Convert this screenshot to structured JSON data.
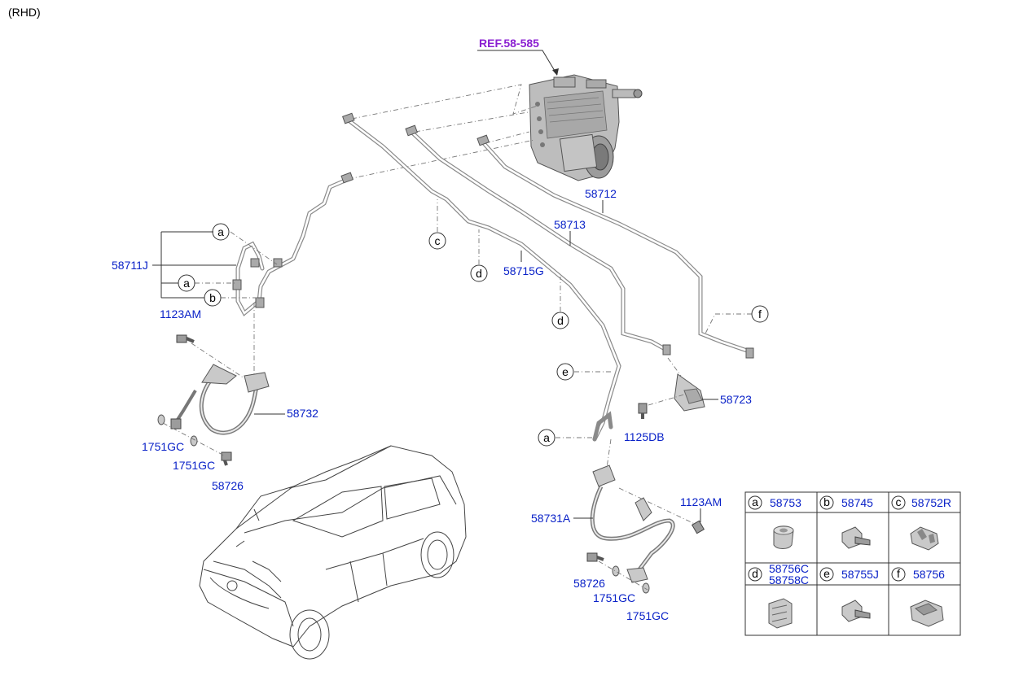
{
  "header": {
    "variant": "(RHD)"
  },
  "reference": {
    "label": "REF.58-585",
    "color": "#8a1fd1"
  },
  "colors": {
    "part_number": "#0a22c8",
    "reference": "#8a1fd1",
    "lines": "#555555"
  },
  "parts": {
    "p58712": "58712",
    "p58713": "58713",
    "p58715G": "58715G",
    "p58711J": "58711J",
    "p1123AM_left": "1123AM",
    "p58732": "58732",
    "p1751GC_left_1": "1751GC",
    "p1751GC_left_2": "1751GC",
    "p58726_left": "58726",
    "p58723": "58723",
    "p1125DB": "1125DB",
    "p58731A": "58731A",
    "p1123AM_right": "1123AM",
    "p58726_right": "58726",
    "p1751GC_right_1": "1751GC",
    "p1751GC_right_2": "1751GC"
  },
  "callouts": {
    "a1": "a",
    "a2": "a",
    "b1": "b",
    "c1": "c",
    "d1": "d",
    "d2": "d",
    "e1": "e",
    "a3": "a",
    "f1": "f"
  },
  "legend": {
    "cells": [
      {
        "letter": "a",
        "part": "58753",
        "icon": "clip-a-icon"
      },
      {
        "letter": "b",
        "part": "58745",
        "icon": "clip-b-icon"
      },
      {
        "letter": "c",
        "part": "58752R",
        "icon": "clip-c-icon"
      },
      {
        "letter": "d",
        "part": "58756C",
        "part2": "58758C",
        "icon": "clip-d-icon"
      },
      {
        "letter": "e",
        "part": "58755J",
        "icon": "clip-e-icon"
      },
      {
        "letter": "f",
        "part": "58756",
        "icon": "clip-f-icon"
      }
    ]
  },
  "icons": {
    "abs_unit": "abs-modulator-icon",
    "vehicle": "vehicle-outline-icon",
    "bracket": "bracket-icon",
    "bolt": "bolt-icon",
    "washer": "washer-icon",
    "hose": "brake-hose-icon"
  }
}
